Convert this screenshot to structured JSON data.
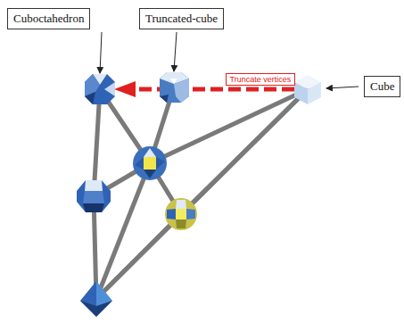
{
  "diagram": {
    "nodes": [
      {
        "text": [
          "Cuboctahedron"
        ]
      },
      {
        "text": [
          "Truncated-cube"
        ]
      },
      {
        "text": [
          "Cube"
        ]
      },
      {
        "text": [
          "Truncate vertices"
        ]
      }
    ]
  }
}
